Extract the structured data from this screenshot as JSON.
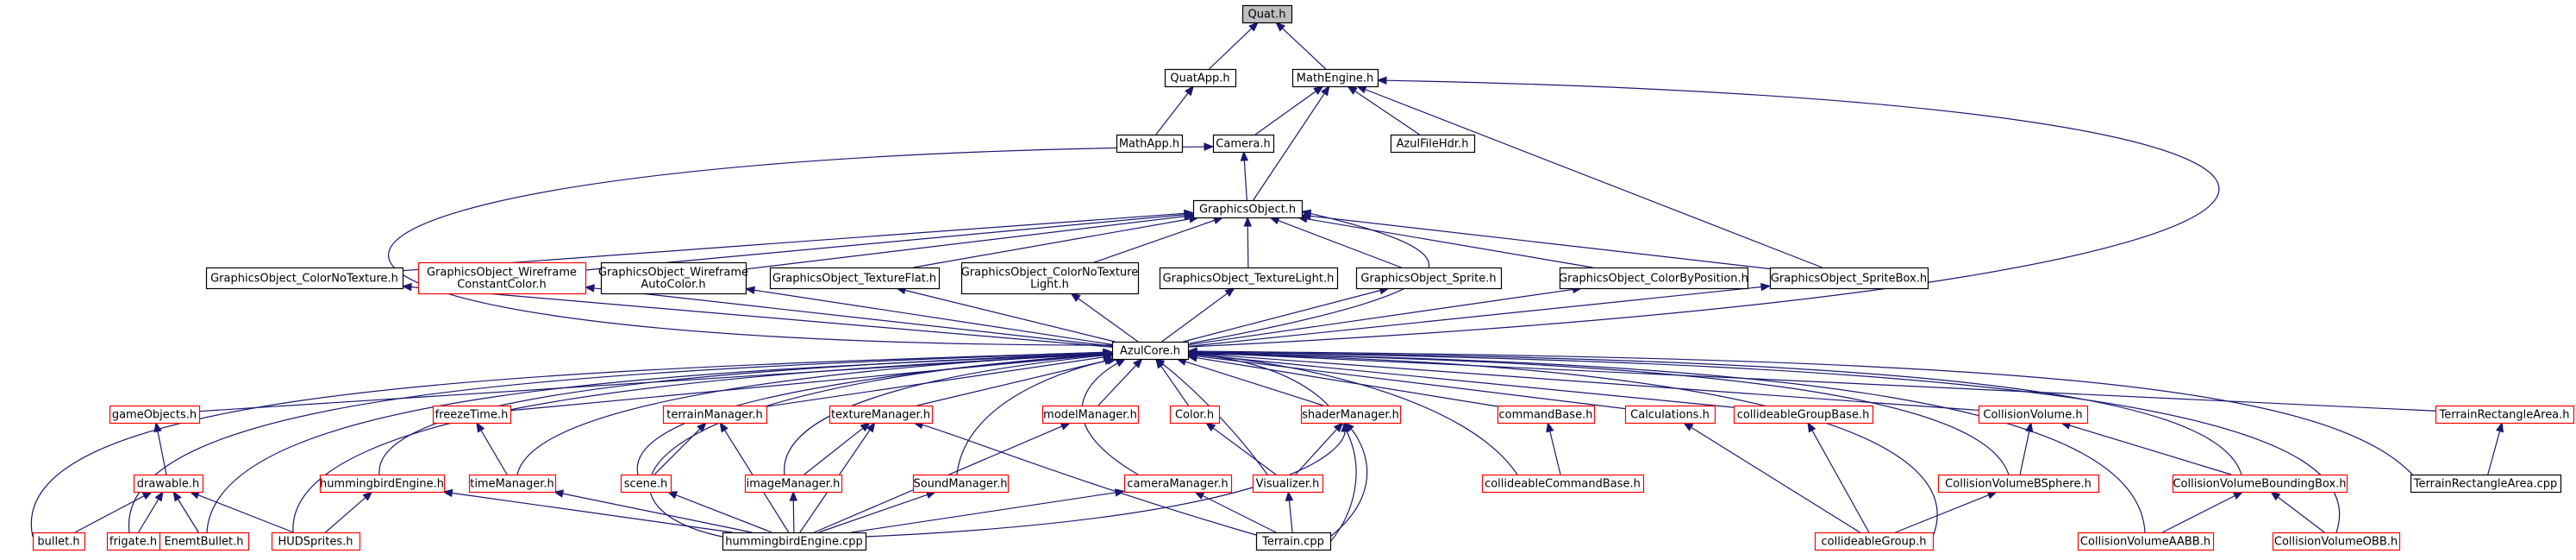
{
  "colors": {
    "edge": "#191970",
    "black_border": "#000000",
    "red_border": "#ff0000",
    "root_fill": "#bfbfbf",
    "fill": "#ffffff"
  },
  "nodes": [
    {
      "id": "quat",
      "lines": [
        "Quat.h"
      ],
      "style": "root"
    },
    {
      "id": "quatapp",
      "lines": [
        "QuatApp.h"
      ],
      "style": "black"
    },
    {
      "id": "mathengine",
      "lines": [
        "MathEngine.h"
      ],
      "style": "black"
    },
    {
      "id": "mathapp",
      "lines": [
        "MathApp.h"
      ],
      "style": "black"
    },
    {
      "id": "camera",
      "lines": [
        "Camera.h"
      ],
      "style": "black"
    },
    {
      "id": "azulfilehdr",
      "lines": [
        "AzulFileHdr.h"
      ],
      "style": "black"
    },
    {
      "id": "graphicsobject",
      "lines": [
        "GraphicsObject.h"
      ],
      "style": "black"
    },
    {
      "id": "go_colornotexture",
      "lines": [
        "GraphicsObject_ColorNoTexture.h"
      ],
      "style": "black"
    },
    {
      "id": "go_wireframe_cc",
      "lines": [
        "GraphicsObject_Wireframe",
        "ConstantColor.h"
      ],
      "style": "red"
    },
    {
      "id": "go_wireframe_ac",
      "lines": [
        "GraphicsObject_Wireframe",
        "AutoColor.h"
      ],
      "style": "black"
    },
    {
      "id": "go_textureflat",
      "lines": [
        "GraphicsObject_TextureFlat.h"
      ],
      "style": "black"
    },
    {
      "id": "go_colornotexturelight",
      "lines": [
        "GraphicsObject_ColorNoTexture",
        "Light.h"
      ],
      "style": "black"
    },
    {
      "id": "go_texturelight",
      "lines": [
        "GraphicsObject_TextureLight.h"
      ],
      "style": "black"
    },
    {
      "id": "go_sprite",
      "lines": [
        "GraphicsObject_Sprite.h"
      ],
      "style": "black"
    },
    {
      "id": "go_colorbyposition",
      "lines": [
        "GraphicsObject_ColorByPosition.h"
      ],
      "style": "black"
    },
    {
      "id": "go_spritebox",
      "lines": [
        "GraphicsObject_SpriteBox.h"
      ],
      "style": "black"
    },
    {
      "id": "azulcore",
      "lines": [
        "AzulCore.h"
      ],
      "style": "black"
    },
    {
      "id": "gameobjects",
      "lines": [
        "gameObjects.h"
      ],
      "style": "red"
    },
    {
      "id": "freezetime",
      "lines": [
        "freezeTime.h"
      ],
      "style": "red"
    },
    {
      "id": "terrainmanager",
      "lines": [
        "terrainManager.h"
      ],
      "style": "red"
    },
    {
      "id": "texturemanager",
      "lines": [
        "textureManager.h"
      ],
      "style": "red"
    },
    {
      "id": "modelmanager",
      "lines": [
        "modelManager.h"
      ],
      "style": "red"
    },
    {
      "id": "color",
      "lines": [
        "Color.h"
      ],
      "style": "red"
    },
    {
      "id": "shadermanager",
      "lines": [
        "shaderManager.h"
      ],
      "style": "red"
    },
    {
      "id": "commandbase",
      "lines": [
        "commandBase.h"
      ],
      "style": "red"
    },
    {
      "id": "calculations",
      "lines": [
        "Calculations.h"
      ],
      "style": "red"
    },
    {
      "id": "collideablegroupbase",
      "lines": [
        "collideableGroupBase.h"
      ],
      "style": "red"
    },
    {
      "id": "collisionvolume",
      "lines": [
        "CollisionVolume.h"
      ],
      "style": "red"
    },
    {
      "id": "terrainrectanglearea",
      "lines": [
        "TerrainRectangleArea.h"
      ],
      "style": "red"
    },
    {
      "id": "drawable",
      "lines": [
        "drawable.h"
      ],
      "style": "red"
    },
    {
      "id": "hummingbirdengine_h",
      "lines": [
        "hummingbirdEngine.h"
      ],
      "style": "red"
    },
    {
      "id": "timemanager",
      "lines": [
        "timeManager.h"
      ],
      "style": "red"
    },
    {
      "id": "scene",
      "lines": [
        "scene.h"
      ],
      "style": "red"
    },
    {
      "id": "imagemanager",
      "lines": [
        "imageManager.h"
      ],
      "style": "red"
    },
    {
      "id": "soundmanager",
      "lines": [
        "SoundManager.h"
      ],
      "style": "red"
    },
    {
      "id": "cameramanager",
      "lines": [
        "cameraManager.h"
      ],
      "style": "red"
    },
    {
      "id": "visualizer",
      "lines": [
        "Visualizer.h"
      ],
      "style": "red"
    },
    {
      "id": "collideablecommandbase",
      "lines": [
        "collideableCommandBase.h"
      ],
      "style": "red"
    },
    {
      "id": "collisionvolumebsphere",
      "lines": [
        "CollisionVolumeBSphere.h"
      ],
      "style": "red"
    },
    {
      "id": "collisionvolumeboundingbox",
      "lines": [
        "CollisionVolumeBoundingBox.h"
      ],
      "style": "red"
    },
    {
      "id": "terrainrectanglearea_cpp",
      "lines": [
        "TerrainRectangleArea.cpp"
      ],
      "style": "black"
    },
    {
      "id": "bullet",
      "lines": [
        "bullet.h"
      ],
      "style": "red"
    },
    {
      "id": "frigate",
      "lines": [
        "frigate.h"
      ],
      "style": "red"
    },
    {
      "id": "enemtbullet",
      "lines": [
        "EnemtBullet.h"
      ],
      "style": "red"
    },
    {
      "id": "hudsprites",
      "lines": [
        "HUDSprites.h"
      ],
      "style": "red"
    },
    {
      "id": "hummingbirdengine_cpp",
      "lines": [
        "hummingbirdEngine.cpp"
      ],
      "style": "black"
    },
    {
      "id": "terrain_cpp",
      "lines": [
        "Terrain.cpp"
      ],
      "style": "black"
    },
    {
      "id": "collideablegroup",
      "lines": [
        "collideableGroup.h"
      ],
      "style": "red"
    },
    {
      "id": "collisionvolumeaabb",
      "lines": [
        "CollisionVolumeAABB.h"
      ],
      "style": "red"
    },
    {
      "id": "collisionvolumeobb",
      "lines": [
        "CollisionVolumeOBB.h"
      ],
      "style": "red"
    }
  ],
  "edges": [
    [
      "quatapp",
      "quat"
    ],
    [
      "mathengine",
      "quat"
    ],
    [
      "mathapp",
      "quatapp"
    ],
    [
      "camera",
      "mathengine"
    ],
    [
      "azulfilehdr",
      "mathengine"
    ],
    [
      "graphicsobject",
      "mathengine"
    ],
    [
      "go_spritebox",
      "mathengine"
    ],
    [
      "azulcore",
      "mathengine"
    ],
    [
      "graphicsobject",
      "camera"
    ],
    [
      "azulcore",
      "camera"
    ],
    [
      "go_colornotexture",
      "graphicsobject"
    ],
    [
      "go_wireframe_cc",
      "graphicsobject"
    ],
    [
      "go_wireframe_ac",
      "graphicsobject"
    ],
    [
      "go_textureflat",
      "graphicsobject"
    ],
    [
      "go_colornotexturelight",
      "graphicsobject"
    ],
    [
      "go_texturelight",
      "graphicsobject"
    ],
    [
      "go_sprite",
      "graphicsobject"
    ],
    [
      "go_colorbyposition",
      "graphicsobject"
    ],
    [
      "go_spritebox",
      "graphicsobject"
    ],
    [
      "azulcore",
      "graphicsobject"
    ],
    [
      "azulcore",
      "go_colornotexture"
    ],
    [
      "azulcore",
      "go_wireframe_cc"
    ],
    [
      "azulcore",
      "go_wireframe_ac"
    ],
    [
      "azulcore",
      "go_textureflat"
    ],
    [
      "azulcore",
      "go_colornotexturelight"
    ],
    [
      "azulcore",
      "go_texturelight"
    ],
    [
      "azulcore",
      "go_sprite"
    ],
    [
      "azulcore",
      "go_colorbyposition"
    ],
    [
      "azulcore",
      "go_spritebox"
    ],
    [
      "gameobjects",
      "azulcore"
    ],
    [
      "freezetime",
      "azulcore"
    ],
    [
      "terrainmanager",
      "azulcore"
    ],
    [
      "texturemanager",
      "azulcore"
    ],
    [
      "modelmanager",
      "azulcore"
    ],
    [
      "color",
      "azulcore"
    ],
    [
      "shadermanager",
      "azulcore"
    ],
    [
      "commandbase",
      "azulcore"
    ],
    [
      "calculations",
      "azulcore"
    ],
    [
      "collideablegroupbase",
      "azulcore"
    ],
    [
      "collisionvolume",
      "azulcore"
    ],
    [
      "terrainrectanglearea",
      "azulcore"
    ],
    [
      "bullet",
      "azulcore"
    ],
    [
      "frigate",
      "azulcore"
    ],
    [
      "enemtbullet",
      "azulcore"
    ],
    [
      "hudsprites",
      "azulcore"
    ],
    [
      "hummingbirdengine_h",
      "azulcore"
    ],
    [
      "timemanager",
      "azulcore"
    ],
    [
      "scene",
      "azulcore"
    ],
    [
      "imagemanager",
      "azulcore"
    ],
    [
      "soundmanager",
      "azulcore"
    ],
    [
      "cameramanager",
      "azulcore"
    ],
    [
      "visualizer",
      "azulcore"
    ],
    [
      "collideablecommandbase",
      "azulcore"
    ],
    [
      "collisionvolumebsphere",
      "azulcore"
    ],
    [
      "collisionvolumeboundingbox",
      "azulcore"
    ],
    [
      "terrainrectanglearea_cpp",
      "azulcore"
    ],
    [
      "hummingbirdengine_cpp",
      "azulcore"
    ],
    [
      "terrain_cpp",
      "azulcore"
    ],
    [
      "collideablegroup",
      "azulcore"
    ],
    [
      "collisionvolumeaabb",
      "azulcore"
    ],
    [
      "collisionvolumeobb",
      "azulcore"
    ],
    [
      "drawable",
      "gameobjects"
    ],
    [
      "bullet",
      "drawable"
    ],
    [
      "frigate",
      "drawable"
    ],
    [
      "enemtbullet",
      "drawable"
    ],
    [
      "hudsprites",
      "drawable"
    ],
    [
      "hudsprites",
      "hummingbirdengine_h"
    ],
    [
      "hummingbirdengine_cpp",
      "hummingbirdengine_h"
    ],
    [
      "timemanager",
      "freezetime"
    ],
    [
      "hummingbirdengine_cpp",
      "timemanager"
    ],
    [
      "scene",
      "terrainmanager"
    ],
    [
      "hummingbirdengine_cpp",
      "terrainmanager"
    ],
    [
      "hummingbirdengine_cpp",
      "scene"
    ],
    [
      "imagemanager",
      "texturemanager"
    ],
    [
      "hummingbirdengine_cpp",
      "texturemanager"
    ],
    [
      "terrain_cpp",
      "texturemanager"
    ],
    [
      "hummingbirdengine_cpp",
      "imagemanager"
    ],
    [
      "hummingbirdengine_cpp",
      "soundmanager"
    ],
    [
      "hummingbirdengine_cpp",
      "modelmanager"
    ],
    [
      "hummingbirdengine_cpp",
      "cameramanager"
    ],
    [
      "terrain_cpp",
      "cameramanager"
    ],
    [
      "visualizer",
      "color"
    ],
    [
      "visualizer",
      "shadermanager"
    ],
    [
      "hummingbirdengine_cpp",
      "shadermanager"
    ],
    [
      "terrain_cpp",
      "shadermanager"
    ],
    [
      "terrain_cpp",
      "visualizer"
    ],
    [
      "collideablecommandbase",
      "commandbase"
    ],
    [
      "collideablegroup",
      "calculations"
    ],
    [
      "collideablegroup",
      "collideablegroupbase"
    ],
    [
      "collideablegroup",
      "collisionvolumebsphere"
    ],
    [
      "collisionvolumebsphere",
      "collisionvolume"
    ],
    [
      "collisionvolumeboundingbox",
      "collisionvolume"
    ],
    [
      "collisionvolumeaabb",
      "collisionvolumeboundingbox"
    ],
    [
      "collisionvolumeobb",
      "collisionvolumeboundingbox"
    ],
    [
      "terrainrectanglearea_cpp",
      "terrainrectanglearea"
    ]
  ]
}
